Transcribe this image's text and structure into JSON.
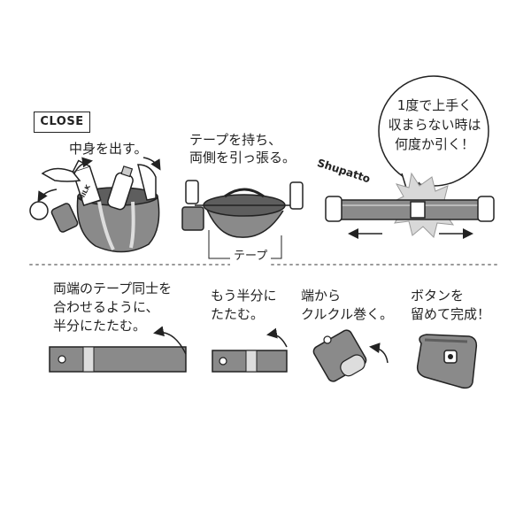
{
  "close_label": "CLOSE",
  "step1": "中身を出す。",
  "step2": "テープを持ち、\n両側を引っ張る。",
  "tape_label": "テープ",
  "brand": "Shupatto",
  "bubble": "1度で上手く\n収まらない時は\n何度か引く！",
  "milk_label": "MILK",
  "step4": "両端のテープ同士を\n合わせるように、\n半分にたたむ。",
  "step5": "もう半分に\nたたむ。",
  "step6": "端から\nクルクル巻く。",
  "step7": "ボタンを\n留めて完成！",
  "colors": {
    "ink": "#222222",
    "bag": "#8a8a8a",
    "bag_dark": "#5e5e5e",
    "bag_light": "#b8b8b8",
    "divider": "#999999"
  }
}
